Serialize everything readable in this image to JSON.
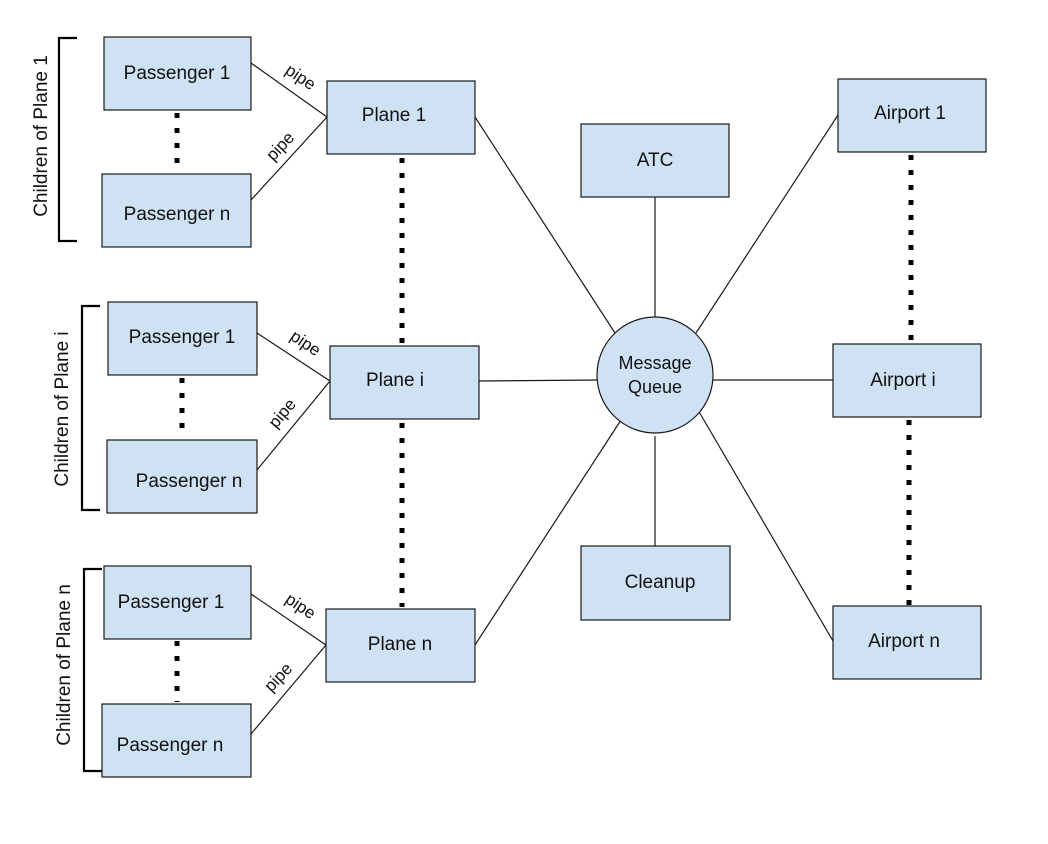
{
  "nodes": {
    "g1_p1": "Passenger 1",
    "g1_pn": "Passenger n",
    "g2_p1": "Passenger 1",
    "g2_pn": "Passenger n",
    "g3_p1": "Passenger 1",
    "g3_pn": "Passenger n",
    "plane1": "Plane 1",
    "planei": "Plane i",
    "planen": "Plane n",
    "atc": "ATC",
    "mq_line1": "Message",
    "mq_line2": "Queue",
    "cleanup": "Cleanup",
    "airport1": "Airport 1",
    "airporti": "Airport i",
    "airportn": "Airport n"
  },
  "groups": {
    "g1": "Children of Plane 1",
    "g2": "Children of Plane i",
    "g3": "Children of Plane n"
  },
  "edge_labels": {
    "pipe": "pipe"
  }
}
